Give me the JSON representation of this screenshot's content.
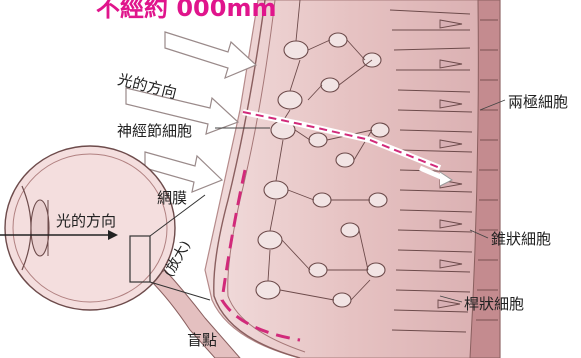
{
  "heading": "不經約 000mm",
  "labels": {
    "light_direction_upper": "光的方向",
    "ganglion_cell": "神經節細胞",
    "bipolar_cell": "兩極細胞",
    "light_direction_eye": "光的方向",
    "retina": "網膜",
    "magnified": "(放大)",
    "cone_cell": "錐狀細胞",
    "rod_cell": "桿狀細胞",
    "blind_spot": "盲點"
  },
  "colors": {
    "tissue": "#e8c9c9",
    "tissue_dark": "#c99a9a",
    "cell_line": "#6d4b4b",
    "light_path": "#d12a7a",
    "heading": "#e0158c",
    "eyeball": "#f4dede"
  }
}
